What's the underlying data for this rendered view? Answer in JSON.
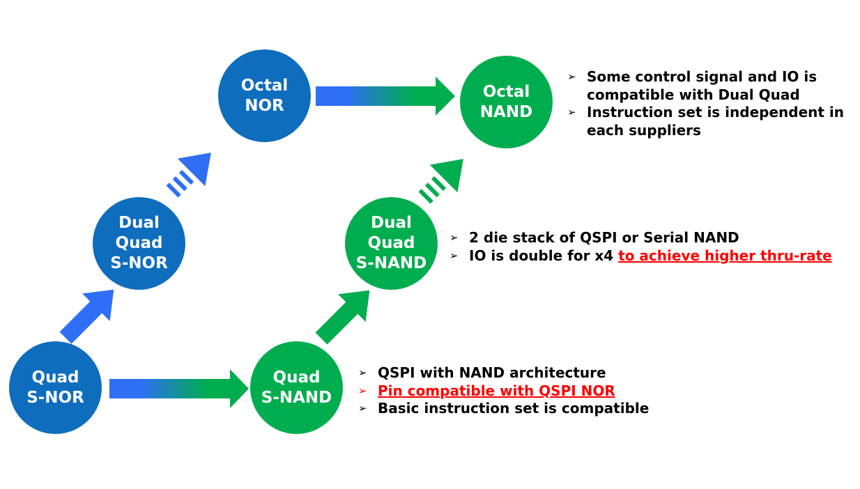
{
  "colors": {
    "blue": "#0f6dbd",
    "green": "#00ad4e",
    "arrow_blue": "#2f6ff5",
    "highlight": "#ff0000"
  },
  "bullet_icon": "arrowhead-bullet-icon",
  "nodes": {
    "quad_snor": "Quad\nS-NOR",
    "dual_quad_snor": "Dual\nQuad\nS-NOR",
    "octal_nor": "Octal\nNOR",
    "quad_snand": "Quad\nS-NAND",
    "dual_quad_snand": "Dual\nQuad\nS-NAND",
    "octal_nand": "Octal\nNAND"
  },
  "notes": {
    "octal_nand": [
      "Some control signal and IO is compatible with Dual Quad",
      "Instruction set is independent in each suppliers"
    ],
    "dual_quad_snand": {
      "line1": "2 die stack of QSPI or Serial NAND",
      "line2_prefix": "IO is double for x4 ",
      "line2_highlight": "to achieve higher thru-rate"
    },
    "quad_snand": {
      "line1": "QSPI with NAND architecture",
      "line2": "Pin compatible with QSPI NOR",
      "line3": "Basic instruction set is compatible"
    }
  }
}
